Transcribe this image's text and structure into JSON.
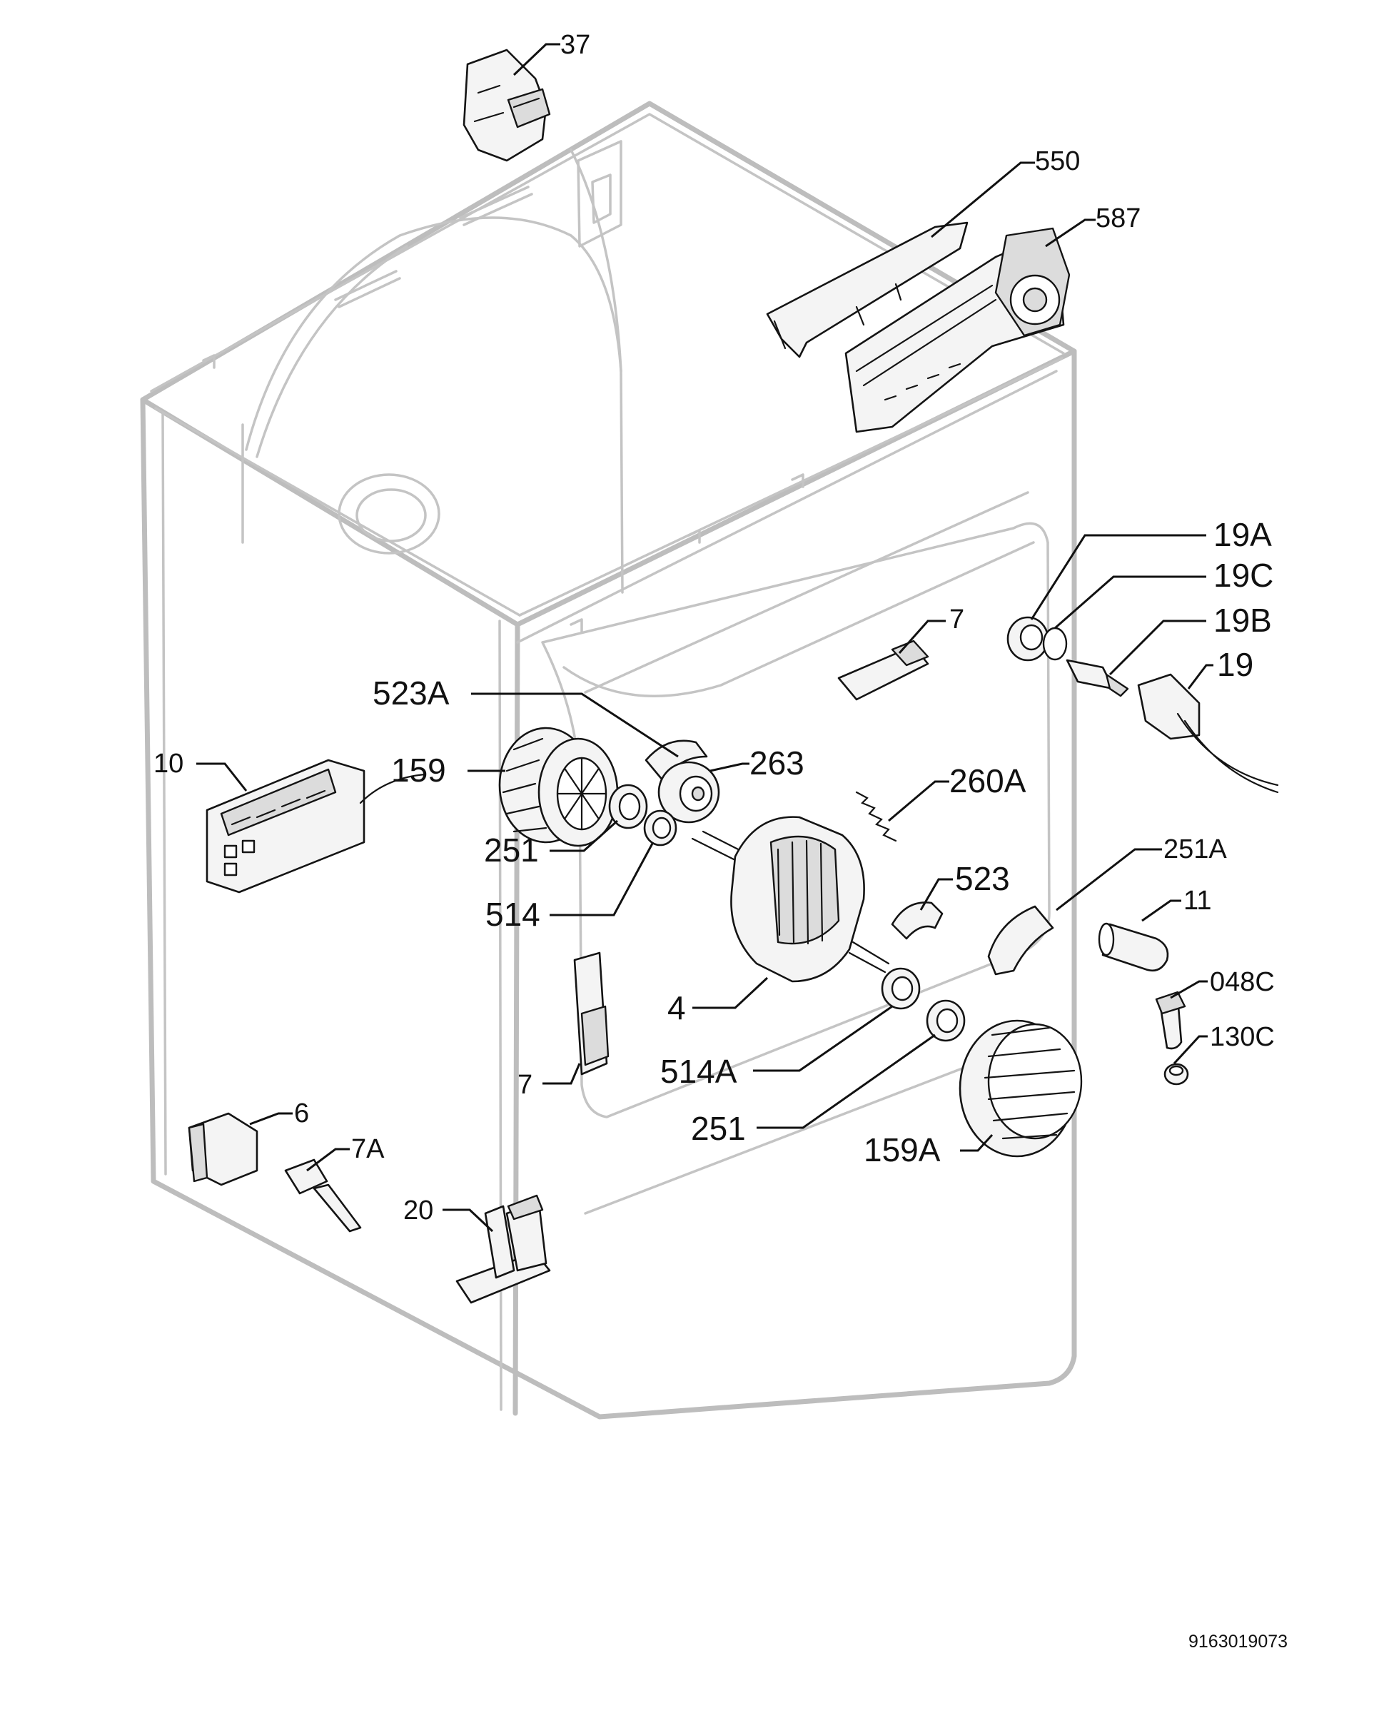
{
  "diagram": {
    "callouts": {
      "p37": "37",
      "p550": "550",
      "p587": "587",
      "p19A": "19A",
      "p19C": "19C",
      "p19B": "19B",
      "p19": "19",
      "p7_top": "7",
      "p523A": "523A",
      "p263": "263",
      "p10": "10",
      "p159": "159",
      "p260A": "260A",
      "p251A": "251A",
      "p251_top": "251",
      "p514": "514",
      "p523": "523",
      "p11": "11",
      "p048C": "048C",
      "p130C": "130C",
      "p4": "4",
      "p514A": "514A",
      "p7_bottom": "7",
      "p251_bottom": "251",
      "p159A": "159A",
      "p6": "6",
      "p7A": "7A",
      "p20": "20"
    },
    "document_number": "9163019073"
  }
}
